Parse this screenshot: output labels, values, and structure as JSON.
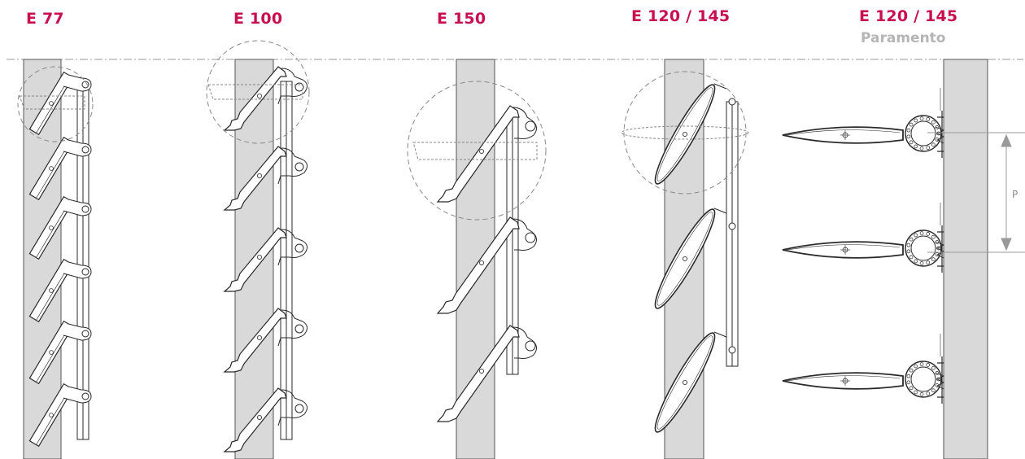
{
  "labels": {
    "e77": "E 77",
    "e100": "E 100",
    "e150": "E 150",
    "e120_1": "E 120 / 145",
    "e120_2": "E 120 / 145",
    "paramento": "Paramento",
    "pitch": "P"
  },
  "colors": {
    "accent": "#c8104e",
    "wall": "#d9d9d9",
    "stroke": "#2a2a2a",
    "muted": "#9a9a9a"
  }
}
